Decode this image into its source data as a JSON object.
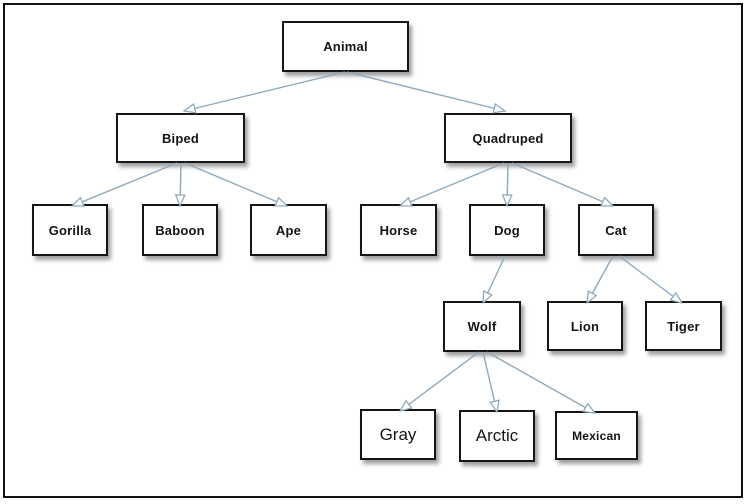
{
  "diagram": {
    "type": "tree",
    "description": "Animal classification hierarchy",
    "colors": {
      "edge": "#8fa9bc",
      "box_fill": "#ffffff",
      "box_border": "#161616",
      "text": "#141414",
      "frame_border": "#111111",
      "background": "#ffffff"
    },
    "nodes": [
      {
        "id": "animal",
        "label": "Animal",
        "parent": null
      },
      {
        "id": "biped",
        "label": "Biped",
        "parent": "animal"
      },
      {
        "id": "quadruped",
        "label": "Quadruped",
        "parent": "animal"
      },
      {
        "id": "gorilla",
        "label": "Gorilla",
        "parent": "biped"
      },
      {
        "id": "baboon",
        "label": "Baboon",
        "parent": "biped"
      },
      {
        "id": "ape",
        "label": "Ape",
        "parent": "biped"
      },
      {
        "id": "horse",
        "label": "Horse",
        "parent": "quadruped"
      },
      {
        "id": "dog",
        "label": "Dog",
        "parent": "quadruped"
      },
      {
        "id": "cat",
        "label": "Cat",
        "parent": "quadruped"
      },
      {
        "id": "wolf",
        "label": "Wolf",
        "parent": "dog"
      },
      {
        "id": "lion",
        "label": "Lion",
        "parent": "cat"
      },
      {
        "id": "tiger",
        "label": "Tiger",
        "parent": "cat"
      },
      {
        "id": "gray",
        "label": "Gray",
        "parent": "wolf"
      },
      {
        "id": "arctic",
        "label": "Arctic",
        "parent": "wolf"
      },
      {
        "id": "mexican",
        "label": "Mexican",
        "parent": "wolf"
      }
    ],
    "edges": [
      {
        "from": "animal",
        "to": "biped"
      },
      {
        "from": "animal",
        "to": "quadruped"
      },
      {
        "from": "biped",
        "to": "gorilla"
      },
      {
        "from": "biped",
        "to": "baboon"
      },
      {
        "from": "biped",
        "to": "ape"
      },
      {
        "from": "quadruped",
        "to": "horse"
      },
      {
        "from": "quadruped",
        "to": "dog"
      },
      {
        "from": "quadruped",
        "to": "cat"
      },
      {
        "from": "dog",
        "to": "wolf"
      },
      {
        "from": "cat",
        "to": "lion"
      },
      {
        "from": "cat",
        "to": "tiger"
      },
      {
        "from": "wolf",
        "to": "gray"
      },
      {
        "from": "wolf",
        "to": "arctic"
      },
      {
        "from": "wolf",
        "to": "mexican"
      }
    ]
  }
}
